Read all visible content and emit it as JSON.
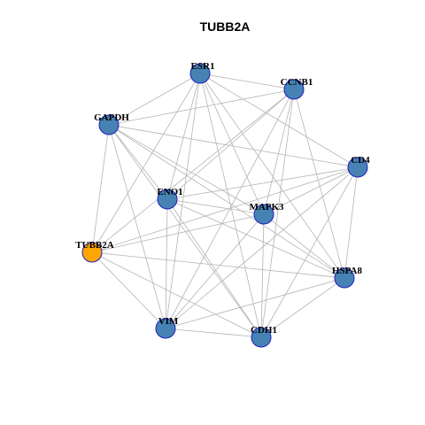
{
  "title": "TUBB2A",
  "colors": {
    "node_default": "#4682b4",
    "node_highlight": "#ffa500",
    "node_border": "#1f1fbf",
    "edge": "#b4b4b4"
  },
  "nodes": [
    {
      "id": "ESR1",
      "label": "ESR1",
      "highlight": false
    },
    {
      "id": "CCNB1",
      "label": "CCNB1",
      "highlight": false
    },
    {
      "id": "GAPDH",
      "label": "GAPDH",
      "highlight": false
    },
    {
      "id": "CD4",
      "label": "CD4",
      "highlight": false
    },
    {
      "id": "ENO1",
      "label": "ENO1",
      "highlight": false
    },
    {
      "id": "MAPK3",
      "label": "MAPK3",
      "highlight": false
    },
    {
      "id": "TUBB2A",
      "label": "TUBB2A",
      "highlight": true
    },
    {
      "id": "HSPA8",
      "label": "HSPA8",
      "highlight": false
    },
    {
      "id": "VIM",
      "label": "VIM",
      "highlight": false
    },
    {
      "id": "CDH1",
      "label": "CDH1",
      "highlight": false
    }
  ],
  "edges": [
    [
      "ESR1",
      "CCNB1"
    ],
    [
      "ESR1",
      "GAPDH"
    ],
    [
      "ESR1",
      "CD4"
    ],
    [
      "ESR1",
      "ENO1"
    ],
    [
      "ESR1",
      "MAPK3"
    ],
    [
      "ESR1",
      "TUBB2A"
    ],
    [
      "ESR1",
      "HSPA8"
    ],
    [
      "ESR1",
      "VIM"
    ],
    [
      "ESR1",
      "CDH1"
    ],
    [
      "CCNB1",
      "GAPDH"
    ],
    [
      "CCNB1",
      "ENO1"
    ],
    [
      "CCNB1",
      "MAPK3"
    ],
    [
      "CCNB1",
      "HSPA8"
    ],
    [
      "CCNB1",
      "VIM"
    ],
    [
      "CCNB1",
      "CDH1"
    ],
    [
      "CCNB1",
      "TUBB2A"
    ],
    [
      "GAPDH",
      "CD4"
    ],
    [
      "GAPDH",
      "ENO1"
    ],
    [
      "GAPDH",
      "MAPK3"
    ],
    [
      "GAPDH",
      "TUBB2A"
    ],
    [
      "GAPDH",
      "HSPA8"
    ],
    [
      "GAPDH",
      "VIM"
    ],
    [
      "GAPDH",
      "CDH1"
    ],
    [
      "CD4",
      "ENO1"
    ],
    [
      "CD4",
      "MAPK3"
    ],
    [
      "CD4",
      "TUBB2A"
    ],
    [
      "CD4",
      "HSPA8"
    ],
    [
      "CD4",
      "VIM"
    ],
    [
      "CD4",
      "CDH1"
    ],
    [
      "ENO1",
      "MAPK3"
    ],
    [
      "ENO1",
      "HSPA8"
    ],
    [
      "ENO1",
      "VIM"
    ],
    [
      "ENO1",
      "CDH1"
    ],
    [
      "MAPK3",
      "TUBB2A"
    ],
    [
      "MAPK3",
      "HSPA8"
    ],
    [
      "MAPK3",
      "VIM"
    ],
    [
      "MAPK3",
      "CDH1"
    ],
    [
      "TUBB2A",
      "HSPA8"
    ],
    [
      "TUBB2A",
      "VIM"
    ],
    [
      "TUBB2A",
      "CDH1"
    ],
    [
      "HSPA8",
      "VIM"
    ],
    [
      "HSPA8",
      "CDH1"
    ],
    [
      "VIM",
      "CDH1"
    ]
  ]
}
